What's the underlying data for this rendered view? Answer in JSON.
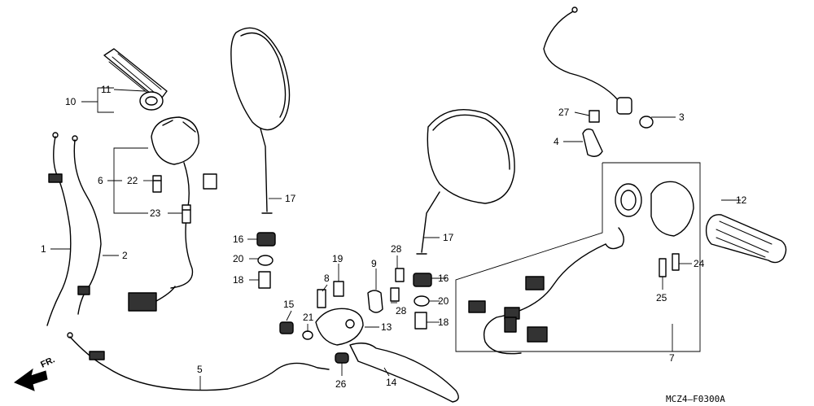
{
  "diagram_code": "MCZ4—F0300A",
  "front_label": "FR.",
  "callouts": {
    "c1": "1",
    "c2": "2",
    "c3": "3",
    "c4": "4",
    "c5": "5",
    "c6": "6",
    "c7": "7",
    "c8": "8",
    "c10": "10",
    "c11": "11",
    "c12": "12",
    "c13": "13",
    "c14": "14",
    "c15": "15",
    "c16a": "16",
    "c16b": "16",
    "c17a": "17",
    "c17b": "17",
    "c18a": "18",
    "c18b": "18",
    "c19": "19",
    "c20a": "20",
    "c20b": "20",
    "c21": "21",
    "c22": "22",
    "c23": "23",
    "c24": "24",
    "c25": "25",
    "c26": "26",
    "c27": "27",
    "c28a": "28",
    "c28b": "28",
    "c9": "9"
  }
}
